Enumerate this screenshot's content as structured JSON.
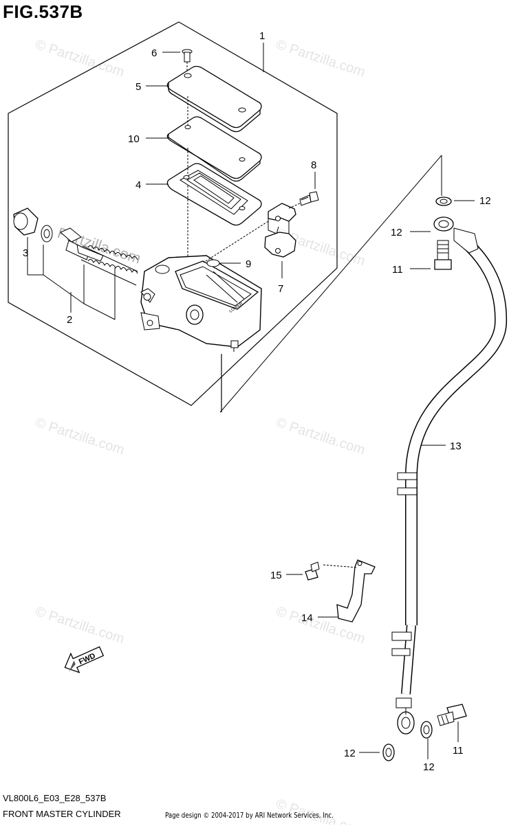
{
  "figure": {
    "title": "FIG.537B",
    "model_code": "VL800L6_E03_E28_537B",
    "subtitle": "FRONT MASTER CYLINDER",
    "footer": "Page design © 2004-2017 by ARI Network Services, Inc."
  },
  "watermarks": [
    "© Partzilla.com",
    "Partzilla.com"
  ],
  "fwd_label": "FWD",
  "callouts": {
    "c1": "1",
    "c2": "2",
    "c3": "3",
    "c4": "4",
    "c5": "5",
    "c6": "6",
    "c7": "7",
    "c8": "8",
    "c9": "9",
    "c10": "10",
    "c11a": "11",
    "c11b": "11",
    "c12a": "12",
    "c12b": "12",
    "c12c": "12",
    "c12d": "12",
    "c13": "13",
    "c14": "14",
    "c15": "15"
  },
  "colors": {
    "line": "#000000",
    "watermark": "#e6e6e6"
  }
}
